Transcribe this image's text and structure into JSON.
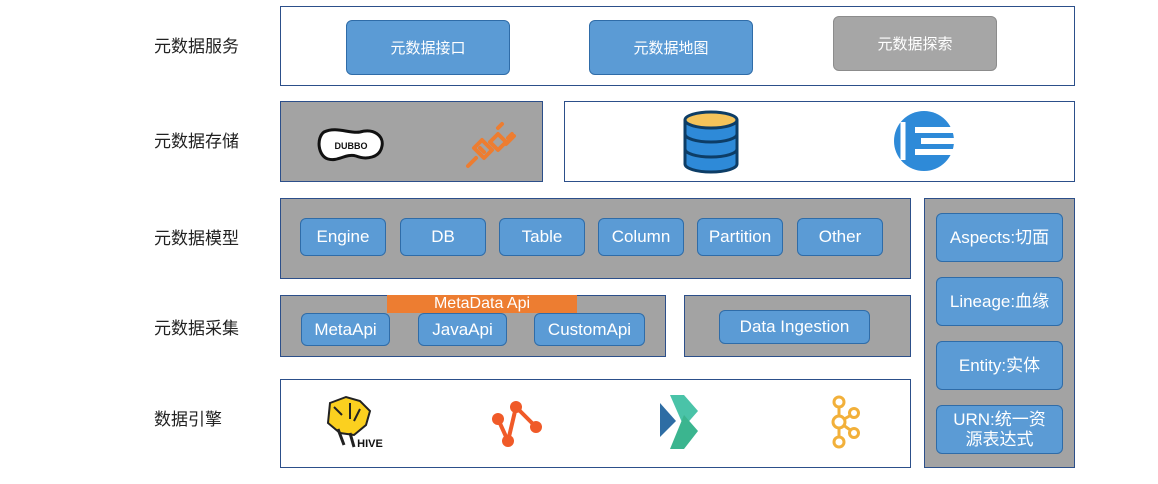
{
  "rows": {
    "service": "元数据服务",
    "storage": "元数据存储",
    "model": "元数据模型",
    "collect": "元数据采集",
    "engine": "数据引擎"
  },
  "service": {
    "api": "元数据接口",
    "map": "元数据地图",
    "explore": "元数据探索"
  },
  "storage": {
    "dubbo_logo_text": "DUBBO"
  },
  "model": {
    "items": [
      "Engine",
      "DB",
      "Table",
      "Column",
      "Partition",
      "Other"
    ]
  },
  "collect": {
    "api_banner": "MetaData Api",
    "meta_api": "MetaApi",
    "java_api": "JavaApi",
    "custom_api": "CustomApi",
    "ingestion": "Data Ingestion"
  },
  "engine": {
    "hive_logo_text": "HIVE"
  },
  "side": {
    "aspects": "Aspects:切面",
    "lineage": "Lineage:血缘",
    "entity": "Entity:实体",
    "urn": "URN:统一资源表达式"
  },
  "colors": {
    "button_blue": "#5b9bd5",
    "panel_gray": "#a3a3a3",
    "accent_orange": "#ed7d31",
    "border_navy": "#2c4f8a"
  },
  "icons": [
    "dubbo-logo",
    "plug-icon",
    "database-icon",
    "elasticsearch-icon",
    "hive-logo",
    "git-branch-icon",
    "kinesis-icon",
    "kafka-icon"
  ]
}
